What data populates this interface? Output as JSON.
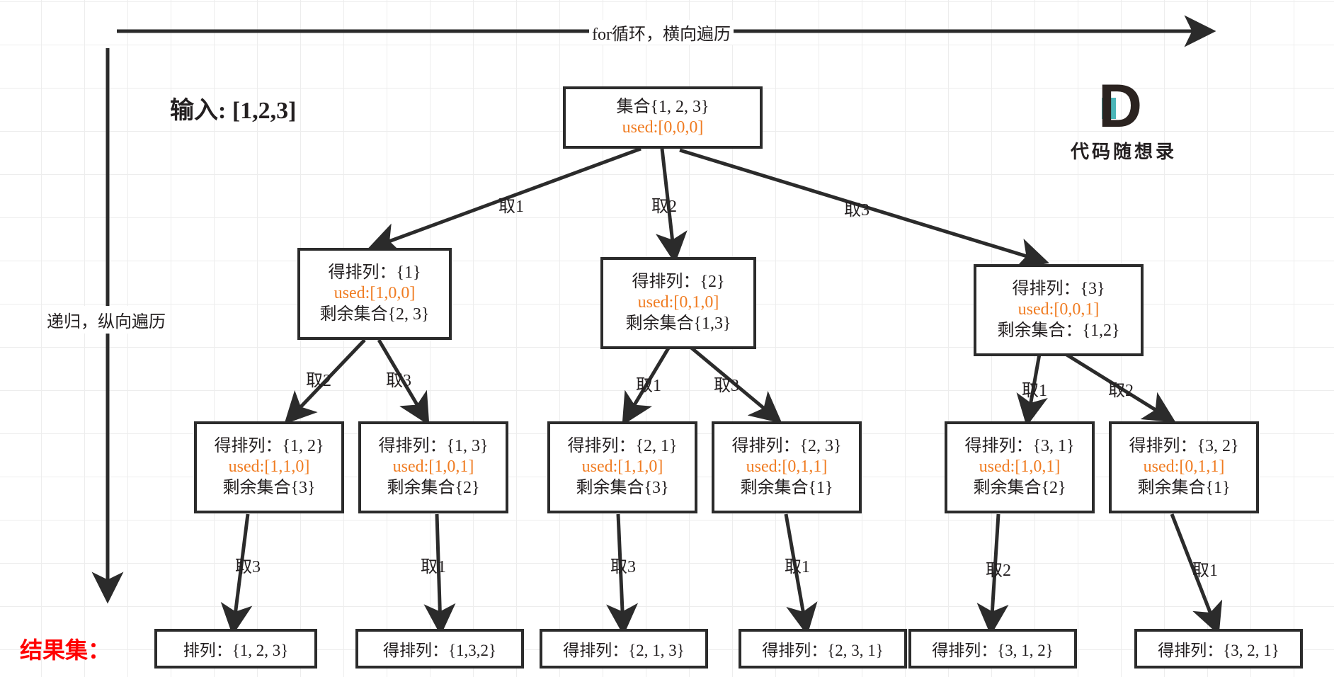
{
  "meta": {
    "input_title": "输入: [1,2,3]",
    "horizontal_axis_label": "for循环，横向遍历",
    "vertical_axis_label": "递归，纵向遍历",
    "result_label": "结果集：",
    "colors": {
      "used_orange": "#f07c22",
      "result_red": "#ff0000",
      "stroke": "#2b2b2b",
      "logo_teal": "#4bb5b8",
      "grid": "#ededed"
    }
  },
  "logo": {
    "letter": "D",
    "text": "代码随想录"
  },
  "nodes": {
    "root": {
      "line1": "集合{1, 2, 3}",
      "used": "used:[0,0,0]"
    },
    "l1a": {
      "line1": "得排列：{1}",
      "used": "used:[1,0,0]",
      "line3": "剩余集合{2, 3}"
    },
    "l1b": {
      "line1": "得排列：{2}",
      "used": "used:[0,1,0]",
      "line3": "剩余集合{1,3}"
    },
    "l1c": {
      "line1": "得排列：{3}",
      "used": "used:[0,0,1]",
      "line3": "剩余集合：{1,2}"
    },
    "l2a": {
      "line1": "得排列：{1, 2}",
      "used": "used:[1,1,0]",
      "line3": "剩余集合{3}"
    },
    "l2b": {
      "line1": "得排列：{1, 3}",
      "used": "used:[1,0,1]",
      "line3": "剩余集合{2}"
    },
    "l2c": {
      "line1": "得排列：{2, 1}",
      "used": "used:[1,1,0]",
      "line3": "剩余集合{3}"
    },
    "l2d": {
      "line1": "得排列：{2, 3}",
      "used": "used:[0,1,1]",
      "line3": "剩余集合{1}"
    },
    "l2e": {
      "line1": "得排列：{3, 1}",
      "used": "used:[1,0,1]",
      "line3": "剩余集合{2}"
    },
    "l2f": {
      "line1": "得排列：{3, 2}",
      "used": "used:[0,1,1]",
      "line3": "剩余集合{1}"
    }
  },
  "leaves": [
    {
      "id": "leaf1",
      "label": "排列：{1, 2, 3}"
    },
    {
      "id": "leaf2",
      "label": "得排列：{1,3,2}"
    },
    {
      "id": "leaf3",
      "label": "得排列：{2, 1, 3}"
    },
    {
      "id": "leaf4",
      "label": "得排列：{2, 3, 1}"
    },
    {
      "id": "leaf5",
      "label": "得排列：{3, 1, 2}"
    },
    {
      "id": "leaf6",
      "label": "得排列：{3, 2, 1}"
    }
  ],
  "edge_labels": {
    "r1": "取1",
    "r2": "取2",
    "r3": "取3",
    "a1": "取2",
    "a2": "取3",
    "b1": "取1",
    "b2": "取3",
    "c1": "取1",
    "c2": "取2",
    "d1": "取3",
    "d2": "取1",
    "d3": "取3",
    "d4": "取1",
    "d5": "取2",
    "d6": "取1"
  },
  "tree_structure": {
    "type": "permutation-backtracking-tree",
    "input": [
      1,
      2,
      3
    ],
    "levels": 4,
    "results": [
      [
        1,
        2,
        3
      ],
      [
        1,
        3,
        2
      ],
      [
        2,
        1,
        3
      ],
      [
        2,
        3,
        1
      ],
      [
        3,
        1,
        2
      ],
      [
        3,
        2,
        1
      ]
    ]
  }
}
